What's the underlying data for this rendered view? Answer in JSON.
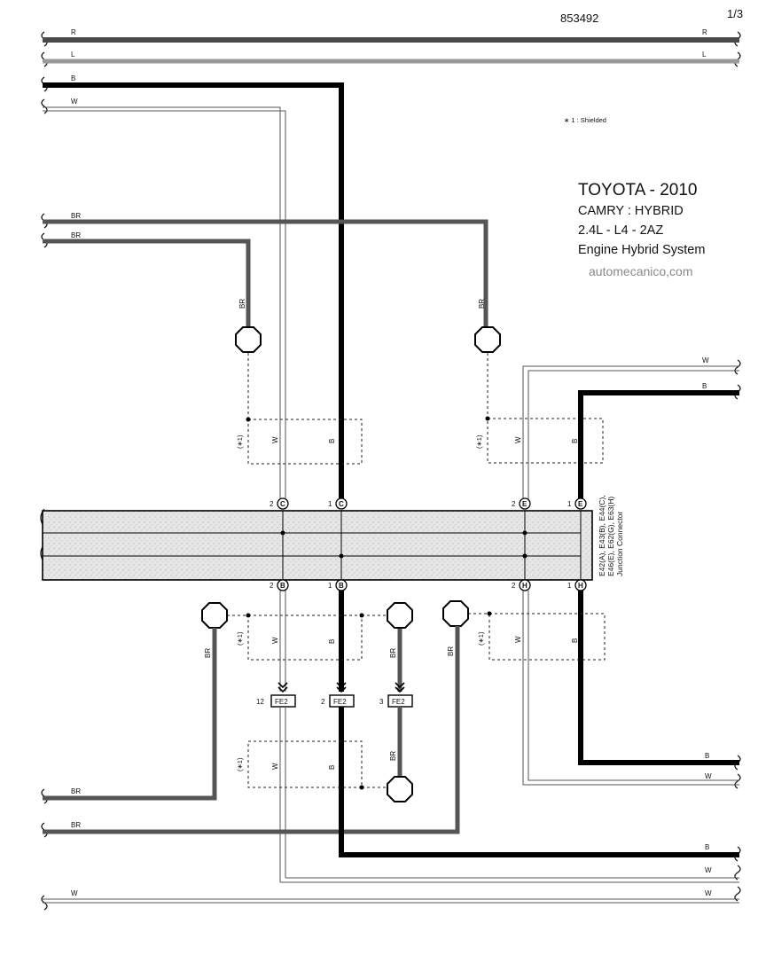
{
  "header": {
    "doc_number": "853492",
    "page": "1/3"
  },
  "legend": {
    "shielded": "∗ 1 : Shielded"
  },
  "title_block": {
    "make_year": "TOYOTA - 2010",
    "model": "CAMRY : HYBRID",
    "engine": "2.4L - L4 - 2AZ",
    "system": "Engine Hybrid System",
    "watermark": "automecanico,com"
  },
  "wire_colors": {
    "R": "R",
    "L": "L",
    "B": "B",
    "W": "W",
    "BR": "BR"
  },
  "shield_tag": "(∗1)",
  "junction_connector": {
    "line1": "E42(A), E43(B), E44(C),",
    "line2": "E46(E), E62(G), E63(H)",
    "line3": "Junction Connector"
  },
  "connector_pins": {
    "top": [
      {
        "pin": "2",
        "letter": "C"
      },
      {
        "pin": "1",
        "letter": "C"
      },
      {
        "pin": "2",
        "letter": "E"
      },
      {
        "pin": "1",
        "letter": "E"
      }
    ],
    "bottom": [
      {
        "pin": "2",
        "letter": "B"
      },
      {
        "pin": "1",
        "letter": "B"
      },
      {
        "pin": "2",
        "letter": "H"
      },
      {
        "pin": "1",
        "letter": "H"
      }
    ]
  },
  "fe2_connectors": [
    {
      "pin": "12",
      "label": "FE2"
    },
    {
      "pin": "2",
      "label": "FE2"
    },
    {
      "pin": "3",
      "label": "FE2"
    }
  ]
}
